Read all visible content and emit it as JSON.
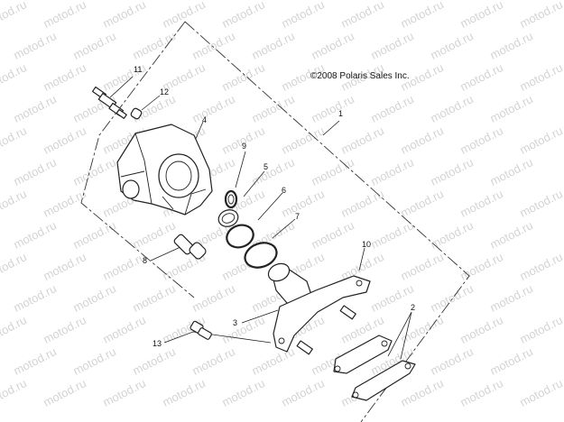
{
  "copyright": "©2008 Polaris Sales Inc.",
  "watermark": "motod.ru",
  "callouts": {
    "c1": "1",
    "c2": "2",
    "c3": "3",
    "c4": "4",
    "c5": "5",
    "c6": "6",
    "c7": "7",
    "c8": "8",
    "c9": "9",
    "c10": "10",
    "c11": "11",
    "c12": "12",
    "c13": "13"
  }
}
